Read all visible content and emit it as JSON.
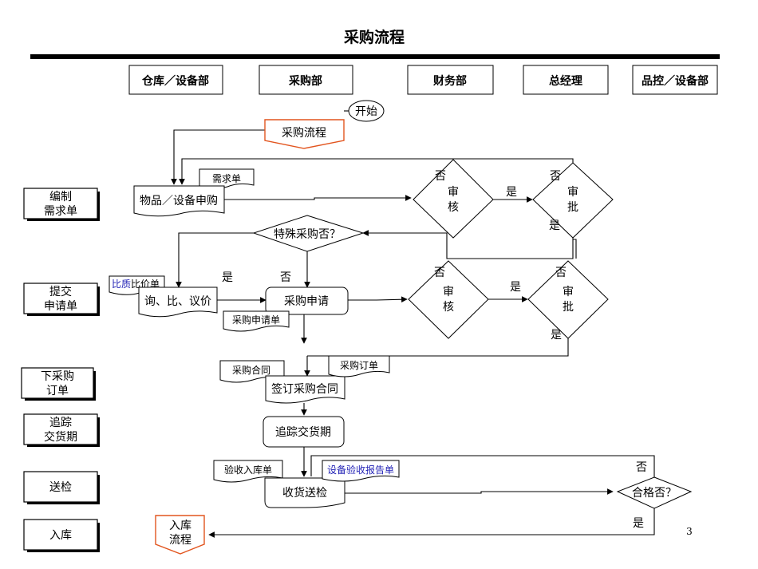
{
  "title": "采购流程",
  "departments": [
    "仓库／设备部",
    "采购部",
    "财务部",
    "总经理",
    "品控／设备部"
  ],
  "stages": {
    "s1": [
      "编制",
      "需求单"
    ],
    "s2": [
      "提交",
      "申请单"
    ],
    "s3": [
      "下采购",
      "订单"
    ],
    "s4": [
      "追踪",
      "交货期"
    ],
    "s5": "送检",
    "s6": "入库"
  },
  "nodes": {
    "start": "开始",
    "purchase_flow": "采购流程",
    "demand_doc": "需求单",
    "goods_request": "物品／设备申购",
    "review": [
      "审",
      "核"
    ],
    "approve": [
      "审",
      "批"
    ],
    "special_purchase": "特殊采购否？",
    "quality_compare_part1": "比质",
    "quality_compare_part2": "比价单",
    "inquiry": "询、比、议价",
    "purchase_apply": "采购申请",
    "purchase_apply_doc": "采购申请单",
    "contract_doc": "采购合同",
    "order_doc": "采购订单",
    "sign_contract": "签订采购合同",
    "track_delivery": "追踪交货期",
    "receipt_doc": "验收入库单",
    "equipment_report": "设备验收报告单",
    "receive_inspect": "收货送检",
    "qualified": "合格否？",
    "warehouse_flow": [
      "入库",
      "流程"
    ]
  },
  "labels": {
    "yes": "是",
    "no": "否"
  },
  "page_number": "3",
  "colors": {
    "accent_border": "#e2551f",
    "blue_text": "#1f1fb4"
  }
}
